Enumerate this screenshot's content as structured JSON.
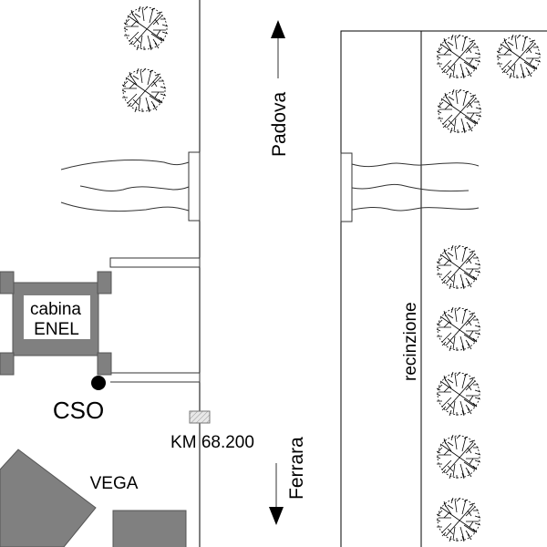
{
  "labels": {
    "padova": "Padova",
    "ferrara": "Ferrara",
    "cabina_line1": "cabina",
    "cabina_line2": "ENEL",
    "cso": "CSO",
    "km": "KM 68.200",
    "vega": "VEGA",
    "recinzione": "recinzione"
  },
  "colors": {
    "building_fill": "#808080",
    "line": "#000000",
    "background": "#ffffff",
    "marker_hatch": "#d8d8d8"
  },
  "trees": {
    "left_column": 2,
    "right_top_row": 2,
    "right_column": 6
  }
}
